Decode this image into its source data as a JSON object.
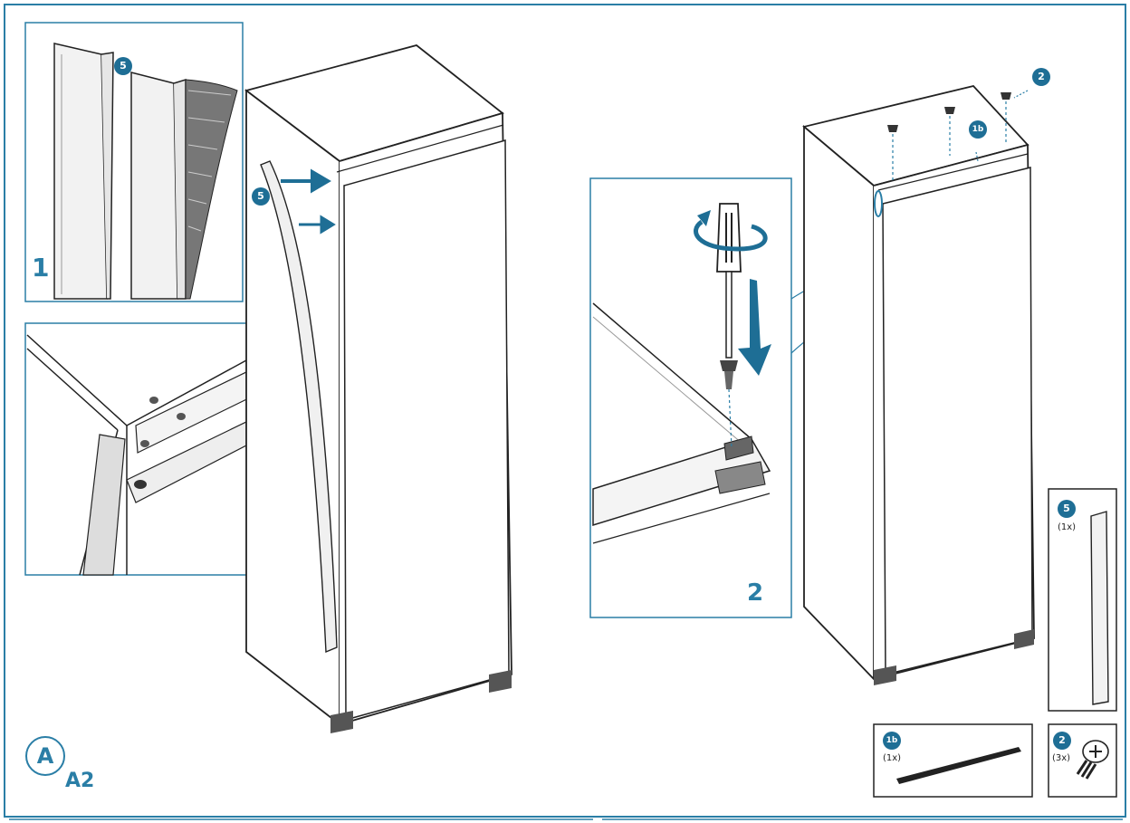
{
  "colors": {
    "accent": "#2a7ea6",
    "badge": "#1e6e95",
    "line": "#222222"
  },
  "badges": {
    "seal_top": "5",
    "seal_mid": "5",
    "screw_top": "2",
    "bracket_top": "1b",
    "kit_seal": "5",
    "kit_bracket": "1b",
    "kit_screw": "2"
  },
  "steps": {
    "step1": "1",
    "step2": "2"
  },
  "kit": {
    "seal_qty": "(1x)",
    "bracket_qty": "(1x)",
    "screw_qty": "(3x)"
  },
  "page_mark": {
    "letter": "A",
    "code": "A2"
  }
}
